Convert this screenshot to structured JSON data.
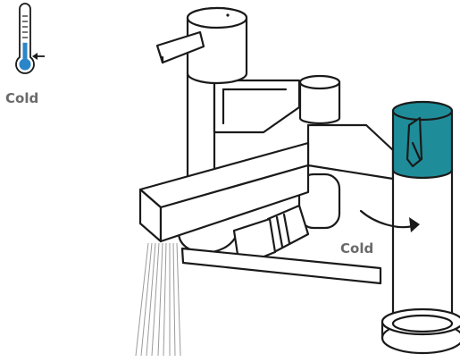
{
  "legend": {
    "label": "Cold",
    "icon": "thermometer-icon",
    "indicator_icon": "arrow-left-icon",
    "level_percent": 35
  },
  "diagram": {
    "callout_label": "Cold",
    "turn_arrow_icon": "curved-arrow-icon",
    "handle_state": "cold"
  },
  "colors": {
    "outline": "#1a1a1a",
    "accent_teal": "#1e8d99",
    "thermometer_fill": "#2a86c8",
    "label_text": "#6a6a6a",
    "water": "#9a9a9a"
  }
}
